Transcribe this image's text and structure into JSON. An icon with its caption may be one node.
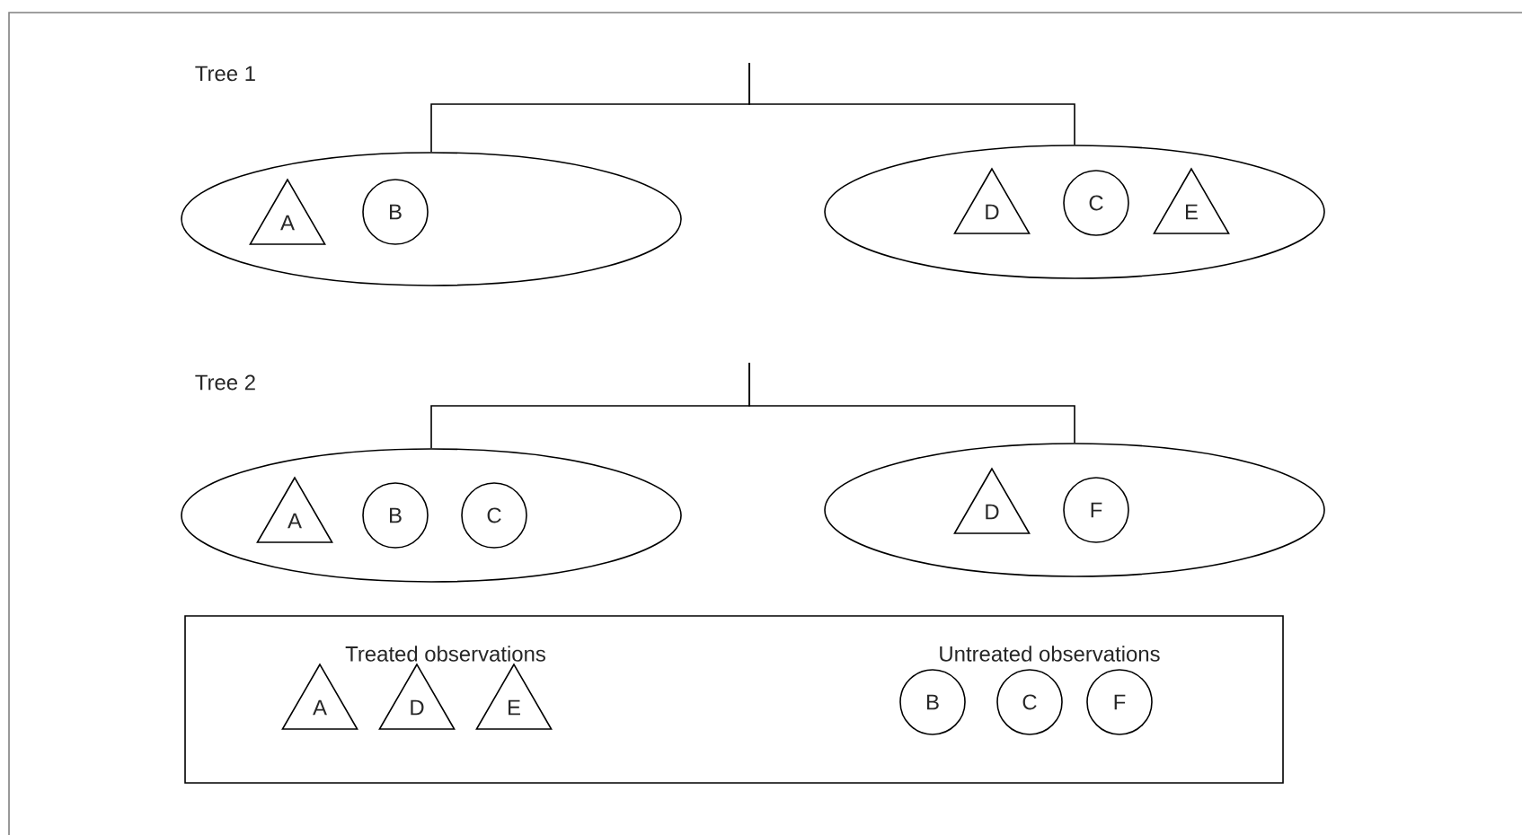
{
  "diagram": {
    "nodes": [
      {
        "text": [],
        "shape": "ellipse"
      },
      {
        "text": [
          "A"
        ],
        "in": 0
      },
      {
        "text": [
          "B"
        ],
        "in": 0
      },
      {
        "text": [],
        "shape": "ellipse"
      },
      {
        "text": [
          "D"
        ],
        "in": 3
      },
      {
        "text": [
          "C"
        ],
        "in": 3
      },
      {
        "text": [
          "E"
        ],
        "in": 3
      },
      {
        "text": [],
        "shape": "ellipse"
      },
      {
        "text": [
          "A"
        ],
        "in": 7
      },
      {
        "text": [
          "B"
        ],
        "in": 7
      },
      {
        "text": [
          "C"
        ],
        "in": 7
      },
      {
        "text": [],
        "shape": "ellipse"
      },
      {
        "text": [
          "D"
        ],
        "in": 11
      },
      {
        "text": [
          "F"
        ],
        "in": 11
      },
      {
        "text": [],
        "shape": "box"
      },
      {
        "text": [
          "A"
        ],
        "in": 14
      },
      {
        "text": [
          "D"
        ],
        "in": 14
      },
      {
        "text": [
          "E"
        ],
        "in": 14
      },
      {
        "text": [
          "B"
        ],
        "in": 14
      },
      {
        "text": [
          "C"
        ],
        "in": 14
      },
      {
        "text": [
          "F"
        ],
        "in": 14
      }
    ],
    "edges": [
      {
        "from": null,
        "to": 0,
        "arrow": "none"
      },
      {
        "from": null,
        "to": 3,
        "arrow": "none"
      },
      {
        "from": null,
        "to": 7,
        "arrow": "none"
      },
      {
        "from": null,
        "to": 11,
        "arrow": "none"
      }
    ],
    "labels": [
      "Tree 1",
      "Tree 2"
    ],
    "legend": [
      {
        "text": "Treated observations"
      },
      {
        "text": "Untreated observations"
      }
    ]
  }
}
